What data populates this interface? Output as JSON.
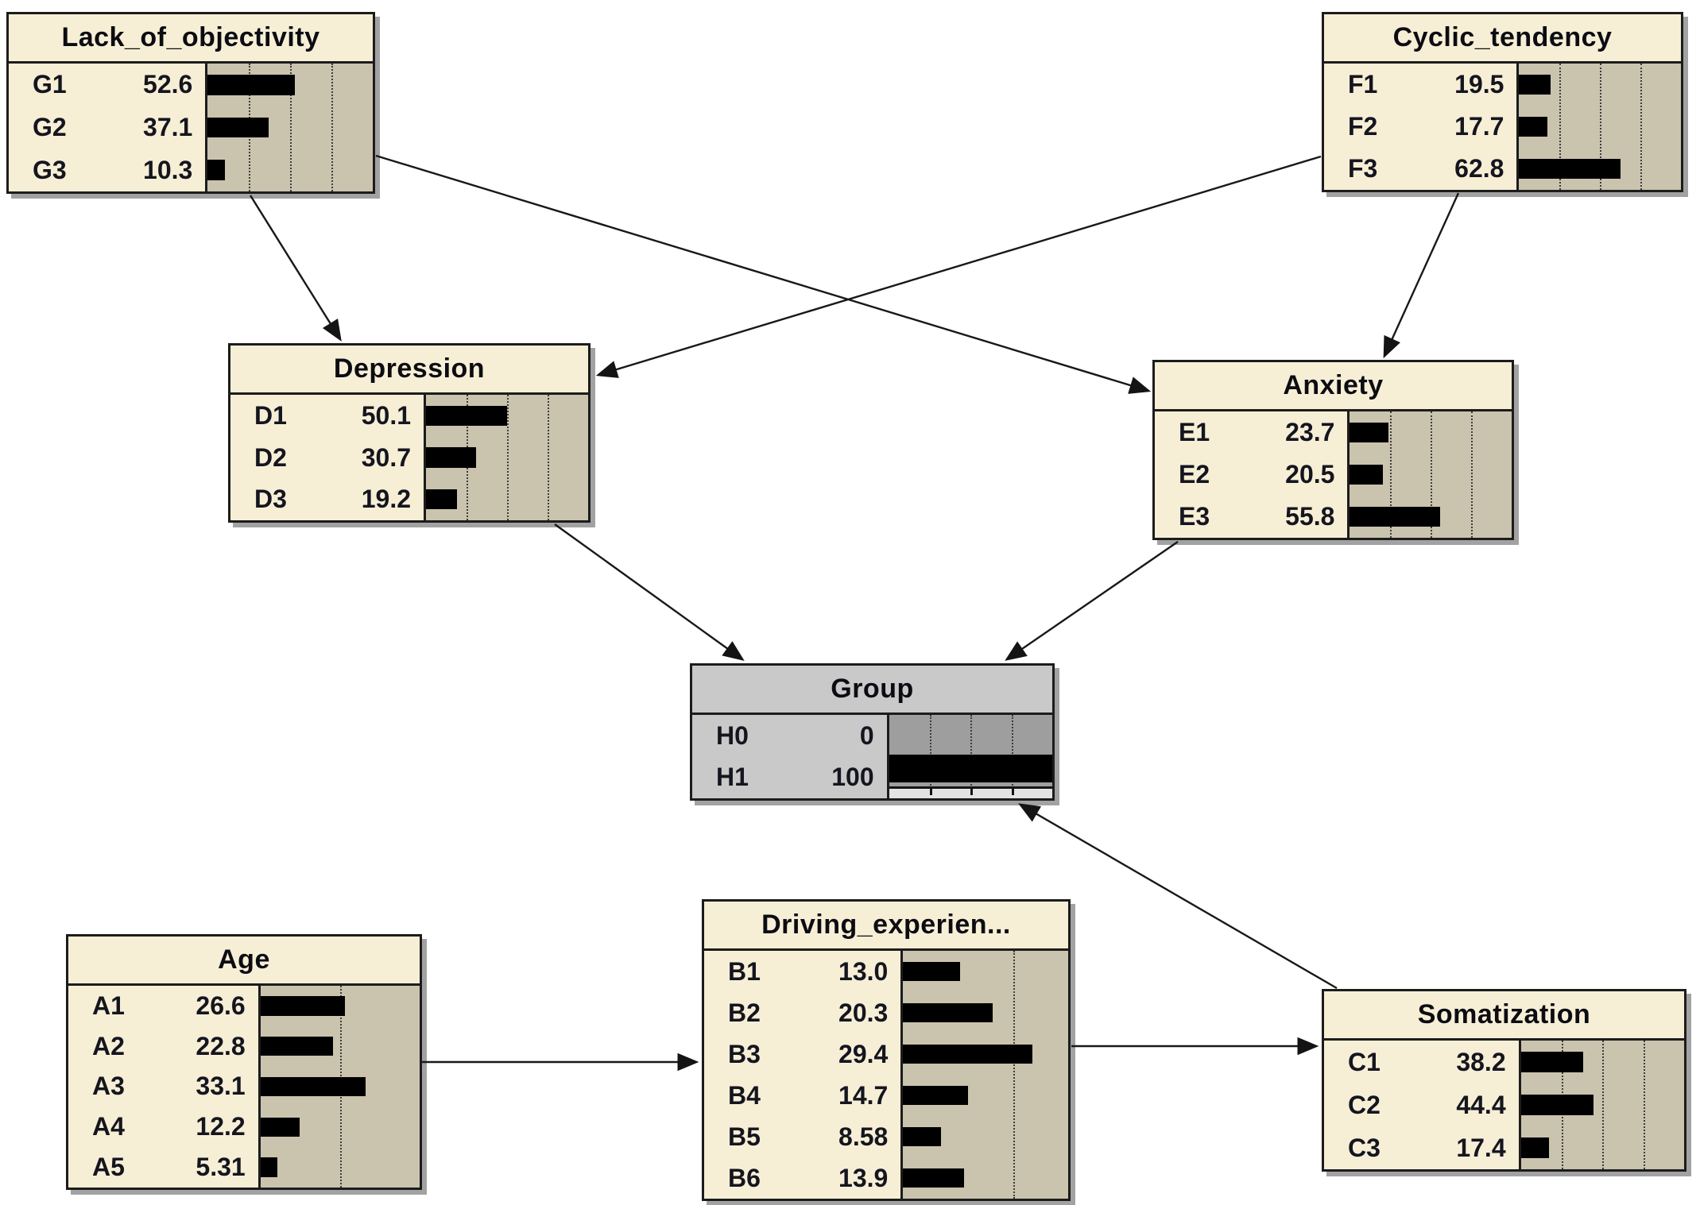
{
  "diagram_type": "bayesian-network",
  "colors": {
    "background": "#ffffff",
    "node_fill": "#f6efd6",
    "bar_panel_fill": "#cac3ae",
    "bar_color": "#000000",
    "group_node_fill": "#c9c9c9",
    "group_bar_panel_fill": "#9e9e9e",
    "border": "#1c1c1c",
    "arrow": "#181818"
  },
  "nodes": [
    {
      "id": "lack_of_objectivity",
      "title": "Lack_of_objectivity",
      "scale_max": 100,
      "states": [
        {
          "label": "G1",
          "value": "52.6"
        },
        {
          "label": "G2",
          "value": "37.1"
        },
        {
          "label": "G3",
          "value": "10.3"
        }
      ]
    },
    {
      "id": "cyclic_tendency",
      "title": "Cyclic_tendency",
      "scale_max": 100,
      "states": [
        {
          "label": "F1",
          "value": "19.5"
        },
        {
          "label": "F2",
          "value": "17.7"
        },
        {
          "label": "F3",
          "value": "62.8"
        }
      ]
    },
    {
      "id": "depression",
      "title": "Depression",
      "scale_max": 100,
      "states": [
        {
          "label": "D1",
          "value": "50.1"
        },
        {
          "label": "D2",
          "value": "30.7"
        },
        {
          "label": "D3",
          "value": "19.2"
        }
      ]
    },
    {
      "id": "anxiety",
      "title": "Anxiety",
      "scale_max": 100,
      "states": [
        {
          "label": "E1",
          "value": "23.7"
        },
        {
          "label": "E2",
          "value": "20.5"
        },
        {
          "label": "E3",
          "value": "55.8"
        }
      ]
    },
    {
      "id": "group",
      "title": "Group",
      "scale_max": 100,
      "variant": "gray",
      "has_scale_strip": true,
      "states": [
        {
          "label": "H0",
          "value": "0"
        },
        {
          "label": "H1",
          "value": "100"
        }
      ]
    },
    {
      "id": "age",
      "title": "Age",
      "scale_max": 50,
      "states": [
        {
          "label": "A1",
          "value": "26.6"
        },
        {
          "label": "A2",
          "value": "22.8"
        },
        {
          "label": "A3",
          "value": "33.1"
        },
        {
          "label": "A4",
          "value": "12.2"
        },
        {
          "label": "A5",
          "value": "5.31"
        }
      ]
    },
    {
      "id": "driving_experience",
      "title": "Driving_experien...",
      "scale_max": 37.5,
      "states": [
        {
          "label": "B1",
          "value": "13.0"
        },
        {
          "label": "B2",
          "value": "20.3"
        },
        {
          "label": "B3",
          "value": "29.4"
        },
        {
          "label": "B4",
          "value": "14.7"
        },
        {
          "label": "B5",
          "value": "8.58"
        },
        {
          "label": "B6",
          "value": "13.9"
        }
      ]
    },
    {
      "id": "somatization",
      "title": "Somatization",
      "scale_max": 100,
      "states": [
        {
          "label": "C1",
          "value": "38.2"
        },
        {
          "label": "C2",
          "value": "44.4"
        },
        {
          "label": "C3",
          "value": "17.4"
        }
      ]
    }
  ],
  "edges": [
    {
      "from": "lack_of_objectivity",
      "to": "depression"
    },
    {
      "from": "lack_of_objectivity",
      "to": "anxiety"
    },
    {
      "from": "cyclic_tendency",
      "to": "depression"
    },
    {
      "from": "cyclic_tendency",
      "to": "anxiety"
    },
    {
      "from": "depression",
      "to": "group"
    },
    {
      "from": "anxiety",
      "to": "group"
    },
    {
      "from": "somatization",
      "to": "group"
    },
    {
      "from": "age",
      "to": "driving_experience"
    },
    {
      "from": "driving_experience",
      "to": "somatization"
    }
  ]
}
